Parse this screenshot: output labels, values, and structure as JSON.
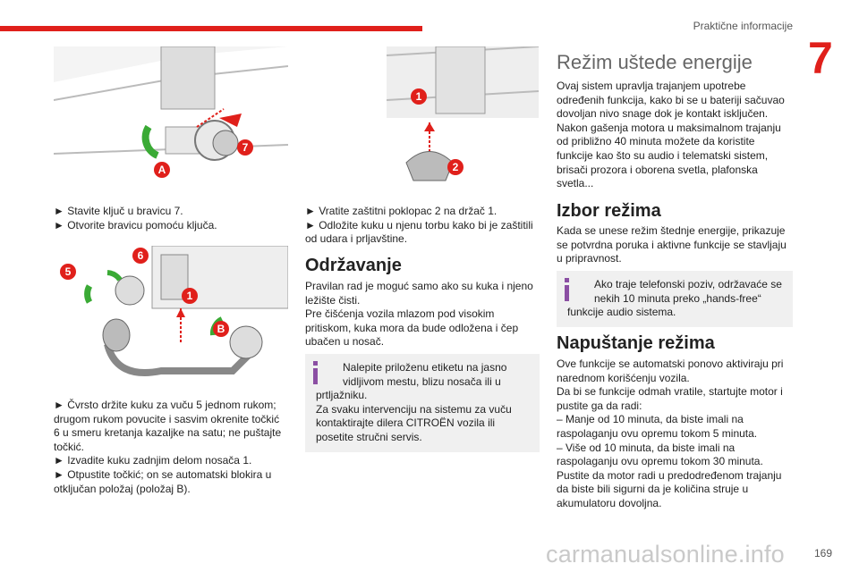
{
  "header": {
    "title": "Praktične informacije",
    "chapter": "7"
  },
  "col1": {
    "fig1_callouts": [
      "7",
      "A"
    ],
    "steps1": [
      "► Stavite ključ u bravicu 7.",
      "► Otvorite bravicu pomoću ključa."
    ],
    "fig2_callouts": [
      "5",
      "6",
      "1",
      "B"
    ],
    "steps2": [
      "► Čvrsto držite kuku za vuču 5 jednom rukom;",
      "drugom rukom povucite i sasvim okrenite točkić",
      "6 u smeru kretanja kazaljke na satu; ne puštajte",
      "točkić.",
      "► Izvadite kuku zadnjim delom nosača 1.",
      "► Otpustite točkić; on se automatski blokira u",
      "otključan položaj (položaj B)."
    ]
  },
  "col2": {
    "fig_callouts": [
      "1",
      "2"
    ],
    "steps": [
      "► Vratite zaštitni poklopac 2 na držač 1.",
      "► Odložite kuku u njenu torbu kako bi je zaštitili",
      "od udara i prljavštine."
    ],
    "maint_title": "Održavanje",
    "maint_text": [
      "Pravilan rad je moguć samo ako su kuka i njeno",
      "ležište čisti.",
      "Pre čišćenja vozila mlazom pod visokim",
      "pritiskom, kuka mora da bude odložena i čep",
      "ubačen u nosač."
    ],
    "note": [
      "Nalepite priloženu etiketu na jasno",
      "vidljivom mestu, blizu nosača ili u",
      "prtljažniku.",
      "Za svaku intervenciju na sistemu za vuču",
      "kontaktirajte dilera CITROËN vozila ili",
      "posetite stručni servis."
    ]
  },
  "col3": {
    "title1": "Režim uštede energije",
    "text1": [
      "Ovaj sistem upravlja trajanjem upotrebe",
      "određenih funkcija, kako bi se u bateriji sačuvao",
      "dovoljan nivo snage dok je kontakt isključen.",
      "Nakon gašenja motora u maksimalnom trajanju",
      "od približno 40 minuta možete da koristite",
      "funkcije kao što su audio i telematski sistem,",
      "brisači prozora i oborena svetla, plafonska",
      "svetla..."
    ],
    "title2": "Izbor režima",
    "text2": [
      "Kada se unese režim štednje energije, prikazuje",
      "se potvrdna poruka i aktivne funkcije se stavljaju",
      "u pripravnost."
    ],
    "note": [
      "Ako traje telefonski poziv, održavaće se",
      "nekih 10 minuta preko „hands-free“",
      "funkcije audio sistema."
    ],
    "title3": "Napuštanje režima",
    "text3": [
      "Ove funkcije se automatski ponovo aktiviraju pri",
      "narednom korišćenju vozila.",
      "Da bi se funkcije odmah vratile, startujte motor i",
      "pustite ga da radi:",
      "– Manje od 10 minuta, da biste imali na",
      "raspolaganju ovu opremu tokom 5 minuta.",
      "– Više od 10 minuta, da biste imali na",
      "raspolaganju ovu opremu tokom 30 minuta.",
      "Pustite da motor radi u predodređenom trajanju",
      "da biste bili sigurni da je količina struje u",
      "akumulatoru dovoljna."
    ]
  },
  "footer": {
    "page": "169",
    "watermark": "carmanualsonline.info"
  },
  "colors": {
    "accent": "#e0201b",
    "green": "#3aaa35",
    "note_bg": "#f0f0f0"
  }
}
